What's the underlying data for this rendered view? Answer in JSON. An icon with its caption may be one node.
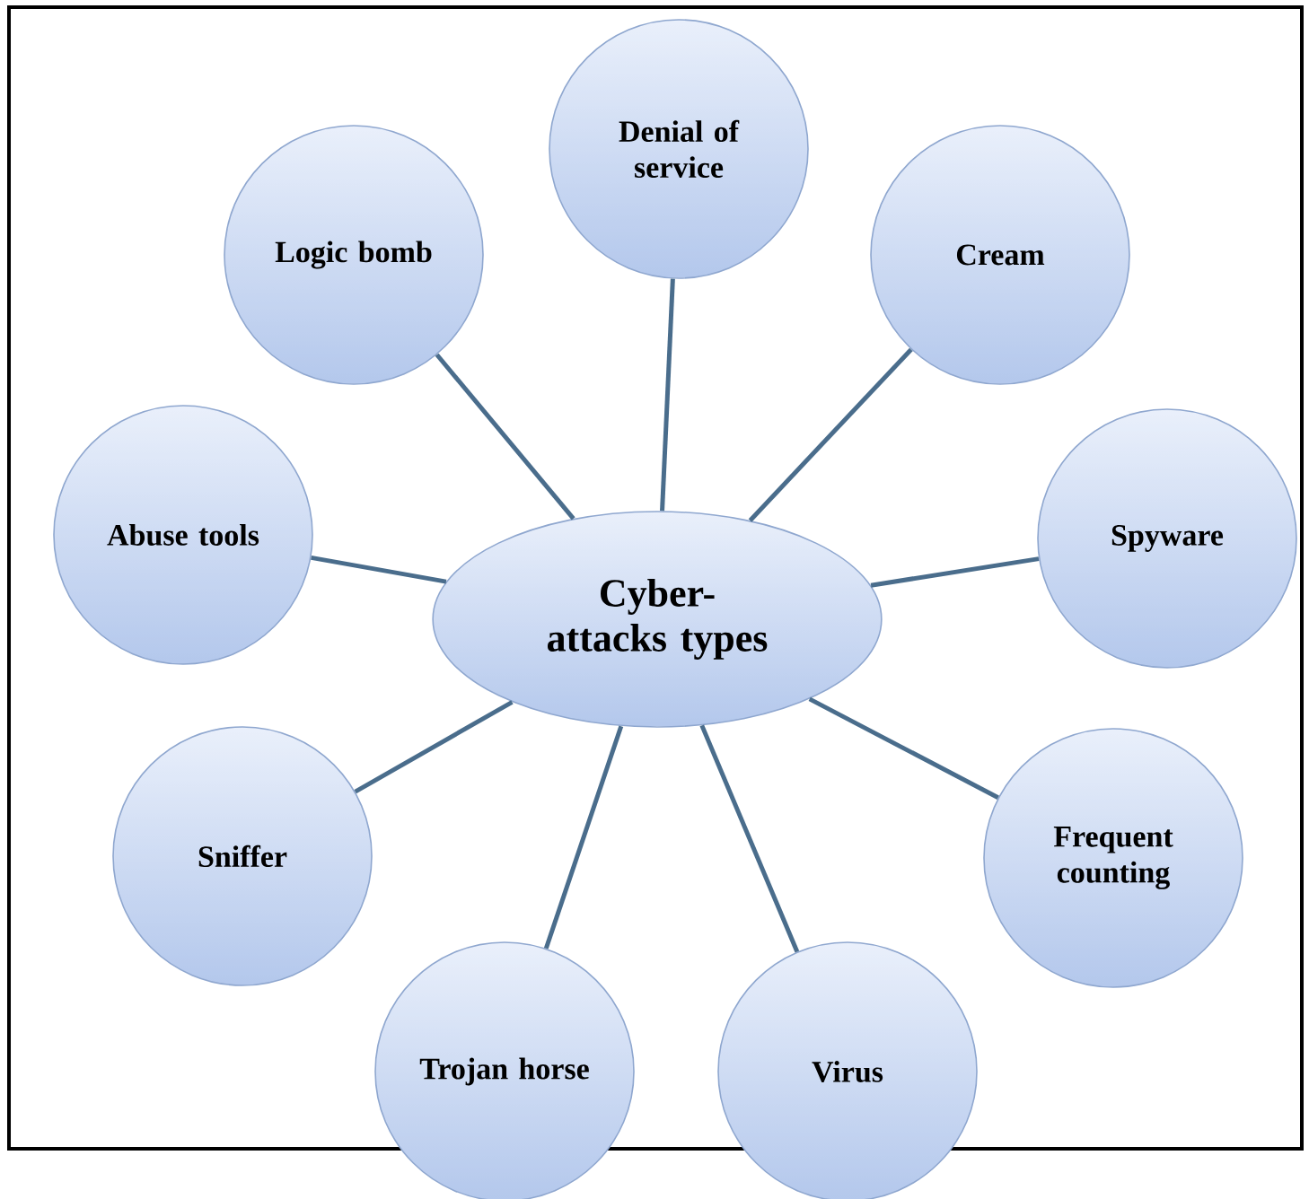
{
  "diagram": {
    "nodes": [
      {
        "text": [
          "Cyber-attacks types"
        ]
      },
      {
        "text": [
          "Denial of service"
        ]
      },
      {
        "text": [
          "Cream"
        ]
      },
      {
        "text": [
          "Spyware"
        ]
      },
      {
        "text": [
          "Frequent counting"
        ]
      },
      {
        "text": [
          "Virus"
        ]
      },
      {
        "text": [
          "Trojan horse"
        ]
      },
      {
        "text": [
          "Sniffer"
        ]
      },
      {
        "text": [
          "Abuse tools"
        ]
      },
      {
        "text": [
          "Logic bomb"
        ]
      }
    ],
    "edges": [
      {
        "from": 0,
        "to": 1,
        "arrow": "none"
      },
      {
        "from": 0,
        "to": 2,
        "arrow": "none"
      },
      {
        "from": 0,
        "to": 3,
        "arrow": "none"
      },
      {
        "from": 0,
        "to": 4,
        "arrow": "none"
      },
      {
        "from": 0,
        "to": 5,
        "arrow": "none"
      },
      {
        "from": 0,
        "to": 6,
        "arrow": "none"
      },
      {
        "from": 0,
        "to": 7,
        "arrow": "none"
      },
      {
        "from": 0,
        "to": 8,
        "arrow": "none"
      },
      {
        "from": 0,
        "to": 9,
        "arrow": "none"
      }
    ]
  }
}
